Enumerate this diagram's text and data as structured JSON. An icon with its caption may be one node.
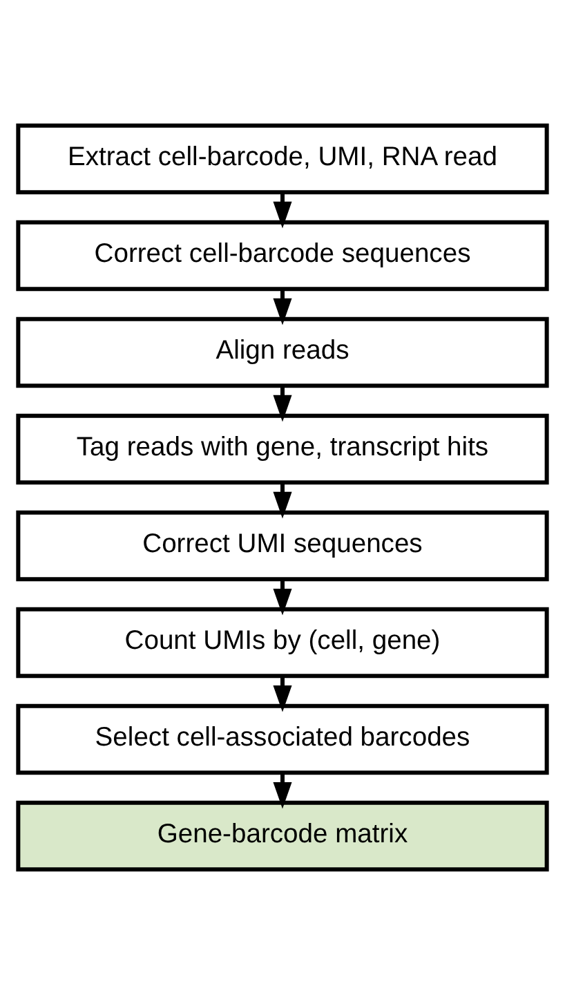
{
  "diagram": {
    "nodes": [
      {
        "text": [
          "Extract cell-barcode, UMI, RNA read"
        ]
      },
      {
        "text": [
          "Correct cell-barcode sequences"
        ]
      },
      {
        "text": [
          "Align reads"
        ]
      },
      {
        "text": [
          "Tag reads with gene, transcript hits"
        ]
      },
      {
        "text": [
          "Correct UMI sequences"
        ]
      },
      {
        "text": [
          "Count UMIs by (cell, gene)"
        ]
      },
      {
        "text": [
          "Select cell-associated barcodes"
        ]
      },
      {
        "text": [
          "Gene-barcode matrix"
        ]
      }
    ],
    "edges": [
      {
        "from": 0,
        "to": 1,
        "arrow": "to"
      },
      {
        "from": 1,
        "to": 2,
        "arrow": "to"
      },
      {
        "from": 2,
        "to": 3,
        "arrow": "to"
      },
      {
        "from": 3,
        "to": 4,
        "arrow": "to"
      },
      {
        "from": 4,
        "to": 5,
        "arrow": "to"
      },
      {
        "from": 5,
        "to": 6,
        "arrow": "to"
      },
      {
        "from": 6,
        "to": 7,
        "arrow": "to"
      }
    ]
  }
}
